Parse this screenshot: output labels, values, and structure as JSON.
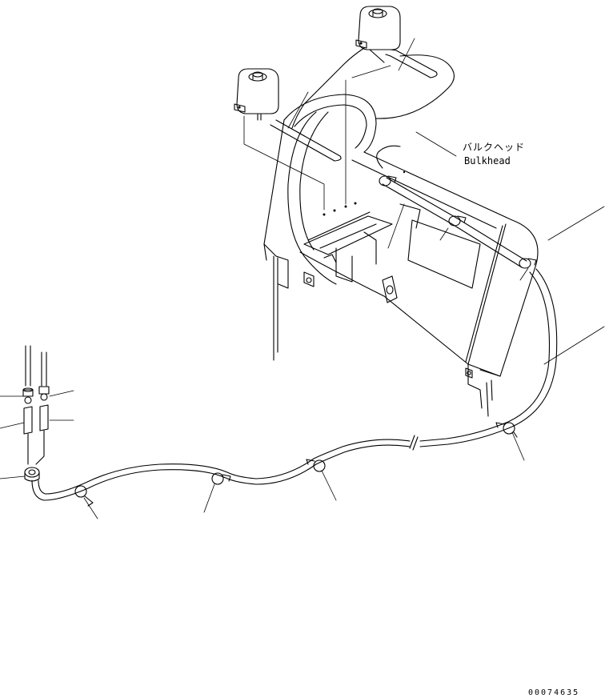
{
  "callout": {
    "japanese": "バルクヘッド",
    "english": "Bulkhead"
  },
  "drawing_code": "00074635"
}
